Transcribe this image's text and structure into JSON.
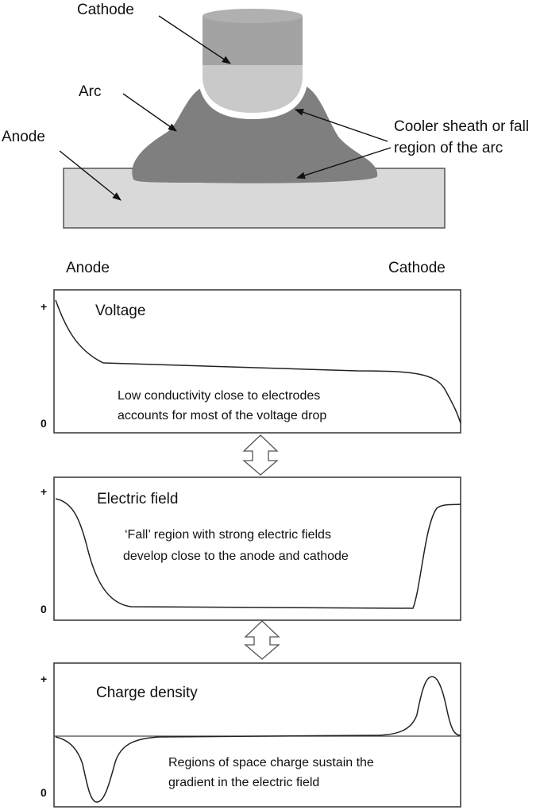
{
  "top_diagram": {
    "labels": {
      "cathode": "Cathode",
      "arc": "Arc",
      "anode": "Anode",
      "sheath_line1": "Cooler sheath or fall",
      "sheath_line2": "region of the arc"
    },
    "colors": {
      "cathode_dark": "#a3a3a3",
      "cathode_light": "#c9c9c9",
      "arc": "#7f7f7f",
      "anode": "#d9d9d9"
    }
  },
  "axis_ends": {
    "left": "Anode",
    "right": "Cathode"
  },
  "panels": [
    {
      "title": "Voltage",
      "tick_plus": "+",
      "tick_zero": "0",
      "note_line1": "Low conductivity close to electrodes",
      "note_line2": "accounts for most of the  voltage drop"
    },
    {
      "title": "Electric field",
      "tick_plus": "+",
      "tick_zero": "0",
      "note_line1": "‘Fall’ region with strong electric fields",
      "note_line2": "develop close to the anode and cathode"
    },
    {
      "title": "Charge density",
      "tick_plus": "+",
      "tick_zero": "0",
      "note_line1": "Regions of space charge sustain the",
      "note_line2": "gradient in the electric field"
    }
  ],
  "connector_icons": [
    "double-arrow-icon",
    "double-arrow-icon"
  ]
}
